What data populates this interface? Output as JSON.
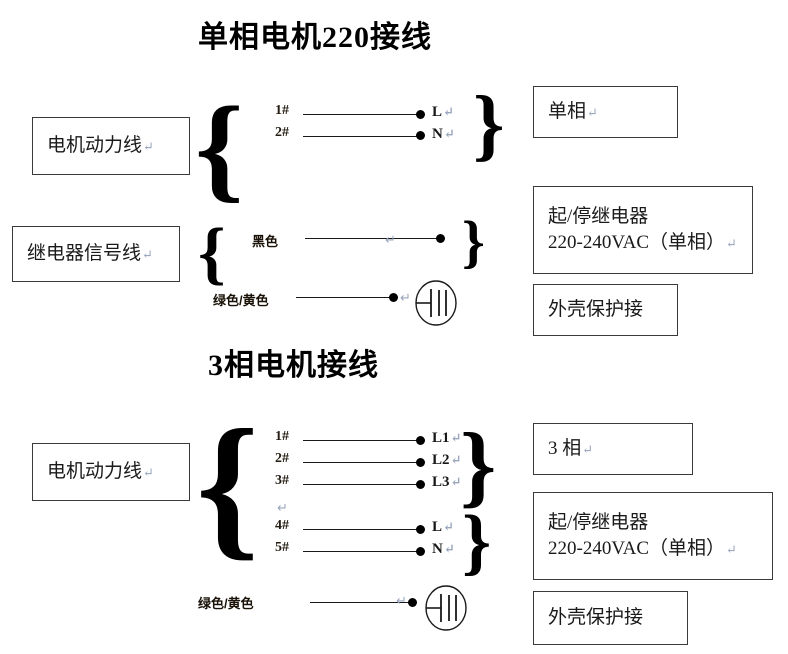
{
  "document": {
    "kind": "motor-wiring-diagram",
    "pilcrow": "↵"
  },
  "sections": [
    {
      "id": "single-phase",
      "title": "单相电机220接线",
      "left_boxes": [
        {
          "name": "motor-power-cable",
          "text": "电机动力线",
          "pilcrow": true
        },
        {
          "name": "relay-signal-cable",
          "text": "继电器信号线",
          "pilcrow": true
        }
      ],
      "power_wires": [
        {
          "number": "1#",
          "terminal": "L",
          "pilcrow": true
        },
        {
          "number": "2#",
          "terminal": "N",
          "pilcrow": true
        }
      ],
      "signal_wires": [
        {
          "color_label": "黑色",
          "terminal": "",
          "pilcrow": true
        }
      ],
      "ground_wire": {
        "color_label": "绿色/黄色",
        "pilcrow": true,
        "symbol": "earth-ground"
      },
      "right_boxes": [
        {
          "name": "phase-type",
          "lines": [
            "单相"
          ],
          "pilcrow_on_line": 0
        },
        {
          "name": "start-stop-relay",
          "lines": [
            "起/停继电器",
            "220-240VAC（单相）"
          ],
          "pilcrow_on_line": 1
        },
        {
          "name": "housing-protective-earth",
          "lines": [
            "外壳保护接"
          ],
          "pilcrow_on_line": -1
        }
      ]
    },
    {
      "id": "three-phase",
      "title": "3相电机接线",
      "left_boxes": [
        {
          "name": "motor-power-cable",
          "text": "电机动力线",
          "pilcrow": true
        }
      ],
      "power_wires": [
        {
          "number": "1#",
          "terminal": "L1",
          "pilcrow": true
        },
        {
          "number": "2#",
          "terminal": "L2",
          "pilcrow": true
        },
        {
          "number": "3#",
          "terminal": "L3",
          "pilcrow": true
        }
      ],
      "spacer_row": {
        "pilcrow": true
      },
      "signal_wires": [
        {
          "number": "4#",
          "terminal": "L",
          "pilcrow": true
        },
        {
          "number": "5#",
          "terminal": "N",
          "pilcrow": true
        }
      ],
      "ground_wire": {
        "color_label": "绿色/黄色",
        "pilcrow": true,
        "symbol": "earth-ground"
      },
      "right_boxes": [
        {
          "name": "phase-type",
          "lines": [
            "3 相"
          ],
          "pilcrow_on_line": 0
        },
        {
          "name": "start-stop-relay",
          "lines": [
            "起/停继电器",
            "220-240VAC（单相）"
          ],
          "pilcrow_on_line": 1
        },
        {
          "name": "housing-protective-earth",
          "lines": [
            "外壳保护接"
          ],
          "pilcrow_on_line": -1
        }
      ]
    }
  ],
  "colors": {
    "ink": "#000000",
    "box_border": "#3a3a3a",
    "box_text": "#1a1a1a",
    "pilcrow": "#9aa6bd",
    "wire": "#1a1a1a"
  }
}
